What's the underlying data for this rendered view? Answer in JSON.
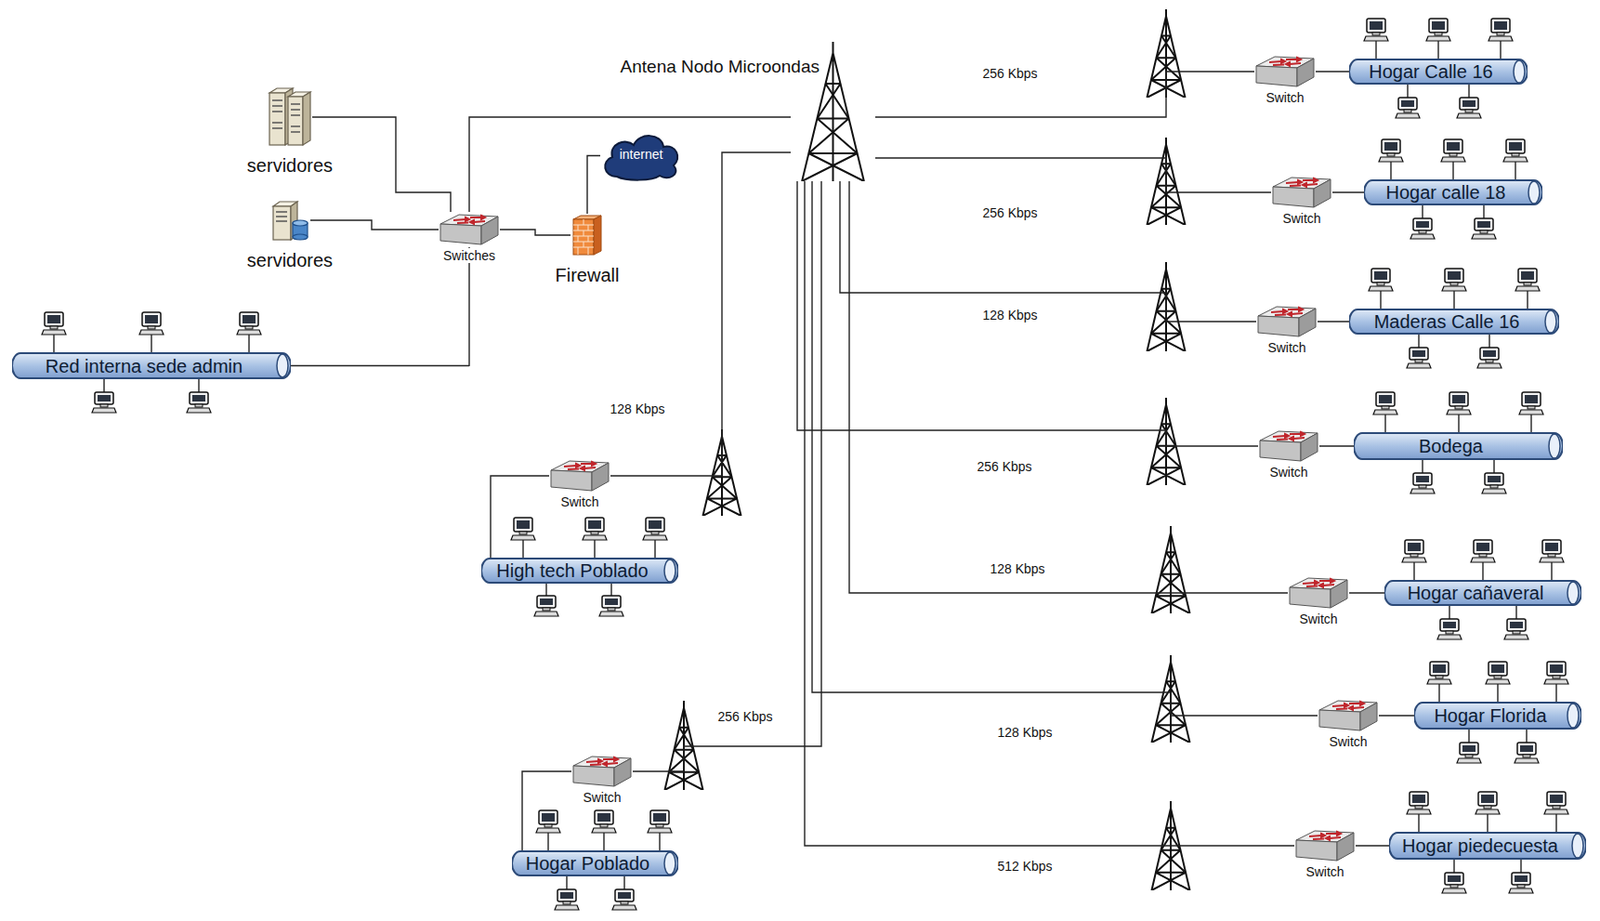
{
  "diagram": {
    "nodes": [
      {
        "text": [
          "Antena Nodo Microondas"
        ]
      },
      {
        "text": [
          "servidores"
        ]
      },
      {
        "text": [
          "internet"
        ]
      },
      {
        "text": [
          "servidores"
        ]
      },
      {
        "text": [
          "Switches"
        ]
      },
      {
        "text": [
          "Firewall"
        ]
      },
      {
        "text": [
          "Red interna sede admin"
        ]
      },
      {
        "text": [
          "Switch"
        ]
      },
      {
        "text": [
          "Hogar Calle 16"
        ]
      },
      {
        "text": [
          "Switch"
        ]
      },
      {
        "text": [
          "Hogar calle 18"
        ]
      },
      {
        "text": [
          "Switch"
        ]
      },
      {
        "text": [
          "Maderas Calle 16"
        ]
      },
      {
        "text": [
          "Switch"
        ]
      },
      {
        "text": [
          "Bodega"
        ]
      },
      {
        "text": [
          "Switch"
        ]
      },
      {
        "text": [
          "High tech Poblado"
        ]
      },
      {
        "text": [
          "Switch"
        ]
      },
      {
        "text": [
          "Hogar cañaveral"
        ]
      },
      {
        "text": [
          "Switch"
        ]
      },
      {
        "text": [
          "Hogar Florida"
        ]
      },
      {
        "text": [
          "Switch"
        ]
      },
      {
        "text": [
          "Hogar Poblado"
        ]
      },
      {
        "text": [
          "Switch"
        ]
      },
      {
        "text": [
          "Hogar piedecuesta"
        ]
      }
    ],
    "edges": [
      {
        "from": 1,
        "to": 4,
        "arrow": "none"
      },
      {
        "from": 3,
        "to": 4,
        "arrow": "none"
      },
      {
        "from": 4,
        "to": 5,
        "arrow": "none"
      },
      {
        "from": 5,
        "to": 2,
        "arrow": "none"
      },
      {
        "from": 4,
        "to": 6,
        "arrow": "none"
      },
      {
        "from": 4,
        "to": 0,
        "arrow": "none"
      },
      {
        "from": 0,
        "to": 7,
        "label": "256 Kbps",
        "arrow": "none"
      },
      {
        "from": 0,
        "to": 9,
        "label": "256 Kbps",
        "arrow": "none"
      },
      {
        "from": 0,
        "to": 11,
        "label": "128 Kbps",
        "arrow": "none"
      },
      {
        "from": 0,
        "to": 13,
        "label": "256 Kbps",
        "arrow": "none"
      },
      {
        "from": 0,
        "to": 15,
        "label": "128 Kbps",
        "arrow": "none"
      },
      {
        "from": 0,
        "to": 17,
        "label": "128 Kbps",
        "arrow": "none"
      },
      {
        "from": 0,
        "to": 19,
        "label": "128 Kbps",
        "arrow": "none"
      },
      {
        "from": 0,
        "to": 21,
        "label": "256 Kbps",
        "arrow": "none"
      },
      {
        "from": 0,
        "to": 23,
        "label": "512 Kbps",
        "arrow": "none"
      },
      {
        "from": 7,
        "to": 8,
        "arrow": "none"
      },
      {
        "from": 9,
        "to": 10,
        "arrow": "none"
      },
      {
        "from": 11,
        "to": 12,
        "arrow": "none"
      },
      {
        "from": 13,
        "to": 14,
        "arrow": "none"
      },
      {
        "from": 15,
        "to": 16,
        "arrow": "none"
      },
      {
        "from": 17,
        "to": 18,
        "arrow": "none"
      },
      {
        "from": 19,
        "to": 20,
        "arrow": "none"
      },
      {
        "from": 21,
        "to": 22,
        "arrow": "none"
      },
      {
        "from": 23,
        "to": 24,
        "arrow": "none"
      }
    ]
  }
}
